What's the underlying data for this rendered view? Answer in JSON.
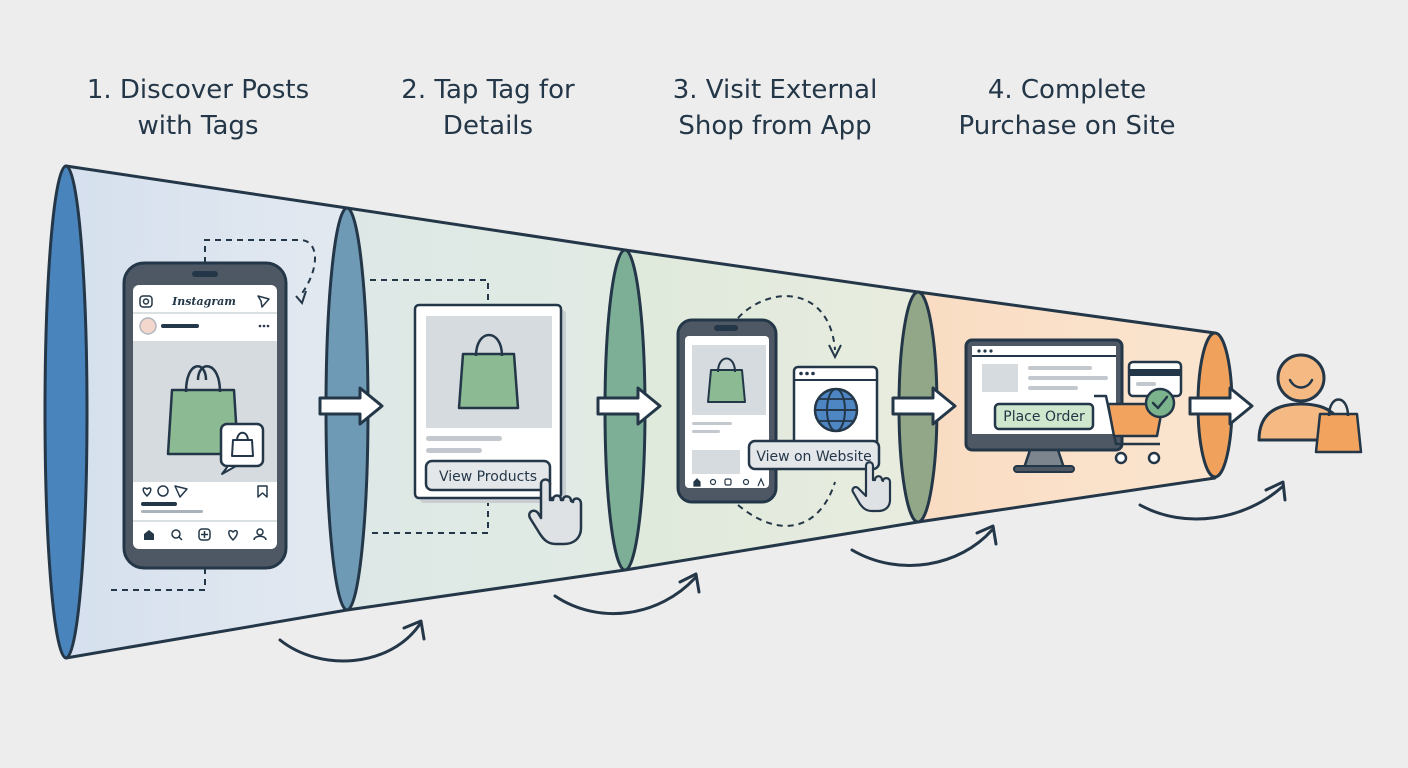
{
  "steps": [
    {
      "title": "1. Discover Posts\nwith Tags"
    },
    {
      "title": "2. Tap Tag for\nDetails"
    },
    {
      "title": "3. Visit External\nShop from App"
    },
    {
      "title": "4. Complete\nPurchase on Site"
    }
  ],
  "phone_app": {
    "brand": "Instagram"
  },
  "buttons": {
    "view_products": "View Products",
    "view_on_website": "View on Website",
    "place_order": "Place Order"
  },
  "colors": {
    "outline": "#243748",
    "stage1": "#4a84bd",
    "stage2": "#6f9ab6",
    "stage3": "#7dae96",
    "stage4": "#92a787",
    "stage5": "#f0a25c",
    "bag_green": "#8cbb93",
    "bag_orange": "#f2a45e",
    "globe_blue": "#4d86c3",
    "button_green": "#cfe7cd"
  },
  "icons": [
    "instagram-camera-icon",
    "send-icon",
    "shopping-bag-icon",
    "heart-icon",
    "comment-icon",
    "bookmark-icon",
    "home-icon",
    "search-icon",
    "add-icon",
    "profile-icon",
    "hand-cursor-icon",
    "globe-icon",
    "credit-card-icon",
    "shopping-cart-icon",
    "checkmark-icon",
    "customer-icon"
  ]
}
